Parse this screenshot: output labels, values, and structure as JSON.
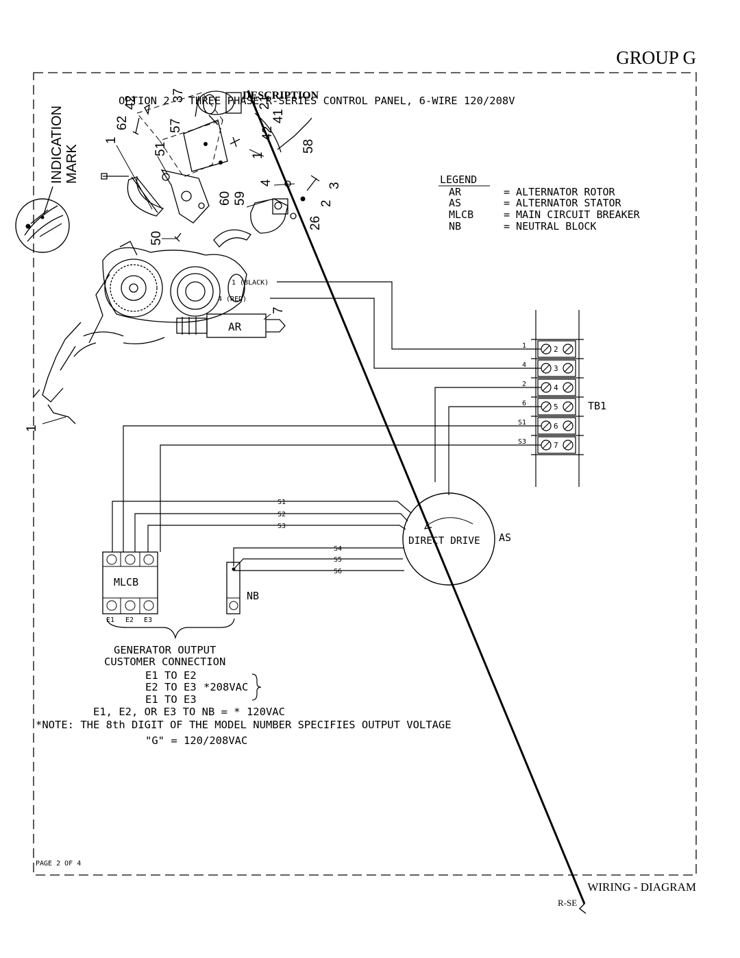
{
  "header": {
    "group": "GROUP G"
  },
  "footer": {
    "section": "WIRING - DIAGRAM",
    "series": "R-SE",
    "page": "PAGE 2 OF 4"
  },
  "title": {
    "overlay": "DESCRIPTION",
    "option_text": "OPTION 2 - THREE PHASE R-SERIES CONTROL PANEL, 6-WIRE 120/208V"
  },
  "indication": {
    "line1": "INDICATION",
    "line2": "MARK"
  },
  "part_numbers": [
    "42",
    "37",
    "62",
    "57",
    "1",
    "51",
    "1",
    "21",
    "41",
    "42",
    "58",
    "4",
    "3",
    "2",
    "60",
    "59",
    "26",
    "50",
    "7",
    "1"
  ],
  "legend": {
    "title": "LEGEND",
    "items": [
      {
        "code": "AR",
        "desc": "= ALTERNATOR ROTOR"
      },
      {
        "code": "AS",
        "desc": "= ALTERNATOR STATOR"
      },
      {
        "code": "MLCB",
        "desc": "= MAIN CIRCUIT BREAKER"
      },
      {
        "code": "NB",
        "desc": "= NEUTRAL BLOCK"
      }
    ]
  },
  "rotor": {
    "label": "AR",
    "wire_black": "1 (BLACK)",
    "wire_red": "4 (RED)"
  },
  "terminal_block": {
    "label": "TB1",
    "rows": [
      {
        "wire": "1",
        "terminal": "2"
      },
      {
        "wire": "4",
        "terminal": "3"
      },
      {
        "wire": "2",
        "terminal": "4"
      },
      {
        "wire": "6",
        "terminal": "5"
      },
      {
        "wire": "S1",
        "terminal": "6"
      },
      {
        "wire": "S3",
        "terminal": "7"
      }
    ]
  },
  "stator": {
    "label": "AS",
    "drive_label": "DIRECT DRIVE",
    "wires_left": [
      "S1",
      "S2",
      "S3"
    ],
    "wires_nb": [
      "S4",
      "S5",
      "S6"
    ]
  },
  "mlcb": {
    "label": "MLCB",
    "terminals": [
      "E1",
      "E2",
      "E3"
    ]
  },
  "nb": {
    "label": "NB"
  },
  "output": {
    "heading1": "GENERATOR OUTPUT",
    "heading2": "CUSTOMER CONNECTION",
    "pair1": "E1 TO E2",
    "pair2": "E2 TO E3",
    "pair2_voltage": "*208VAC",
    "pair3": "E1 TO E3",
    "neutral": "E1, E2, OR E3 TO NB = * 120VAC",
    "note": "*NOTE: THE 8th DIGIT OF THE MODEL NUMBER SPECIFIES OUTPUT VOLTAGE",
    "code": "\"G\" = 120/208VAC"
  }
}
